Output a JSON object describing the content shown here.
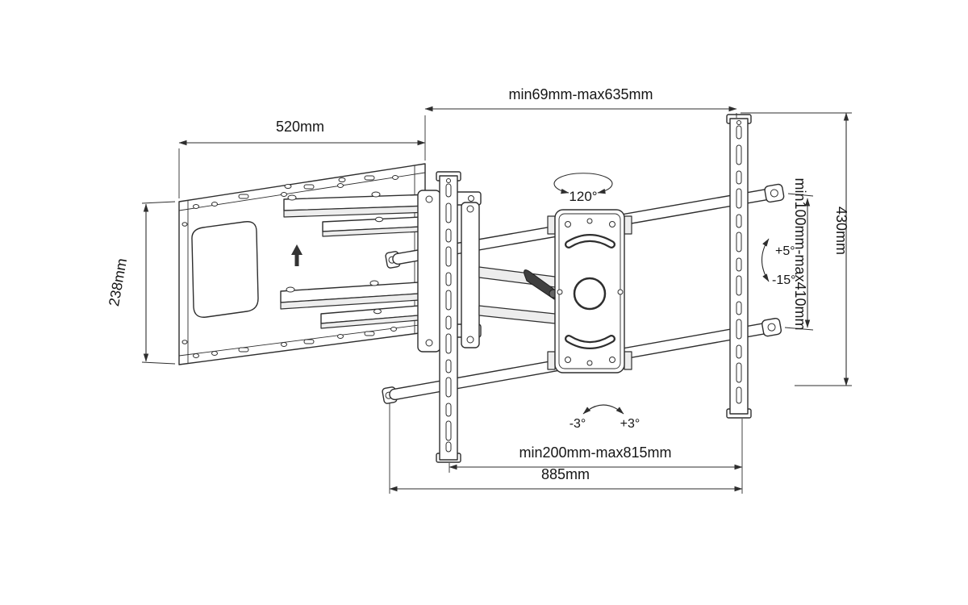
{
  "meta": {
    "title": "Full-motion TV wall mount dimensional drawing"
  },
  "colors": {
    "line": "#2e2e2e",
    "background": "#ffffff",
    "shade": "#ededed",
    "lever": "#3f3f3f"
  },
  "dimensions": {
    "extension_range": "min69mm-max635mm",
    "wall_plate_width": "520mm",
    "wall_plate_height": "238mm",
    "bracket_height": "430mm",
    "vesa_vertical_range": "min100mm-max410mm",
    "swivel_angle": "120°",
    "tilt_up": "+5°",
    "tilt_down": "-15°",
    "roll_left": "-3°",
    "roll_right": "+3°",
    "rail_span_range": "min200mm-max815mm",
    "crossbar_width": "885mm"
  }
}
